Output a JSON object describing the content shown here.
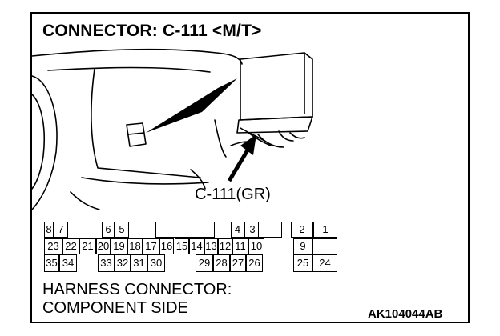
{
  "title": "CONNECTOR: C-111 <M/T>",
  "connector_label": "C-111(GR)",
  "connector_color": "GR",
  "rows": [
    [
      "8",
      "7",
      "",
      "",
      "6",
      "5",
      "",
      "",
      "",
      "",
      "",
      "",
      "",
      "4",
      "3",
      "",
      "",
      "2",
      "1"
    ],
    [
      "23",
      "22",
      "21",
      "20",
      "19",
      "18",
      "17",
      "16",
      "15",
      "14",
      "13",
      "12",
      "11",
      "",
      "10",
      "",
      "",
      "9",
      ""
    ],
    [
      "35",
      "34",
      "",
      "33",
      "32",
      "31",
      "30",
      "",
      "29",
      "28",
      "27",
      "26",
      "",
      "",
      "25",
      "",
      "",
      "24",
      ""
    ]
  ],
  "footer": {
    "line1": "HARNESS CONNECTOR:",
    "line2": "COMPONENT SIDE"
  },
  "figure_code": "AK104044AB",
  "icons": [
    "dashboard-illustration",
    "ecu-module-icon",
    "pointer-arrow-icon"
  ]
}
